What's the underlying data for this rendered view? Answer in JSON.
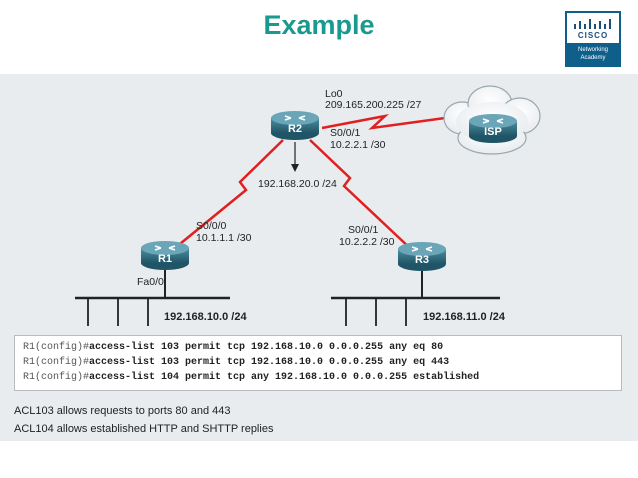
{
  "title": "Example",
  "logo": {
    "brand": "CISCO",
    "tagline_1": "Networking",
    "tagline_2": "Academy",
    "color": "#0e5f8a"
  },
  "devices": {
    "r1": "R1",
    "r2": "R2",
    "r3": "R3",
    "isp": "ISP"
  },
  "labels": {
    "r2_lo0_name": "Lo0",
    "r2_lo0_ip": "209.165.200.225 /27",
    "r2_s001_name": "S0/0/1",
    "r2_s001_ip": "10.2.2.1 /30",
    "r2_lan": "192.168.20.0 /24",
    "r1_s000_name": "S0/0/0",
    "r1_s000_ip": "10.1.1.1 /30",
    "r1_fa00": "Fa0/0",
    "r3_s001_name": "S0/0/1",
    "r3_s001_ip": "10.2.2.2 /30",
    "lan_left": "192.168.10.0 /24",
    "lan_right": "192.168.11.0 /24"
  },
  "commands": [
    {
      "prompt": "R1(config)#",
      "text": "access-list 103 permit tcp 192.168.10.0 0.0.0.255 any eq 80"
    },
    {
      "prompt": "R1(config)#",
      "text": "access-list 103 permit tcp 192.168.10.0 0.0.0.255 any eq 443"
    },
    {
      "prompt": "R1(config)#",
      "text": "access-list 104 permit tcp any 192.168.10.0 0.0.0.255 established"
    }
  ],
  "notes": [
    "ACL103 allows requests to ports 80 and 443",
    "ACL104 allows established HTTP and SHTTP replies"
  ],
  "colors": {
    "title": "#1a9a8f",
    "serial_link": "#e02020",
    "router": "#2f6f82",
    "background": "#e9ecef"
  }
}
